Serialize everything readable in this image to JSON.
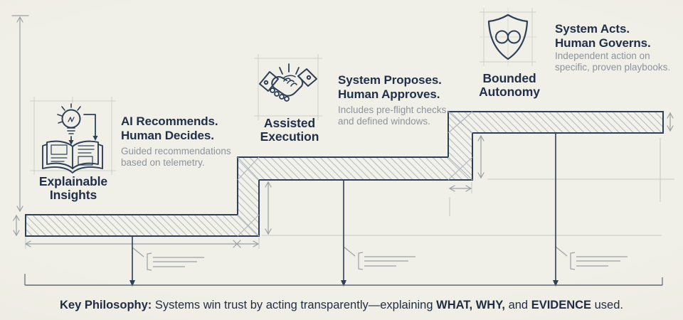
{
  "palette": {
    "background": "#efeee6",
    "ink": "#2e4057",
    "text_dark": "#20304a",
    "muted_text": "#8d939b",
    "dimension_gray": "#99a0a4",
    "hatch": "#b7bdc5",
    "construction_gray": "#c9ccc3",
    "baseline": "#5f6975"
  },
  "steps": [
    {
      "icon": "book-lightbulb-icon",
      "label_line1": "Explainable",
      "label_line2": "Insights",
      "heading_line1": "AI Recommends.",
      "heading_line2": "Human Decides.",
      "description_line1": "Guided recommendations",
      "description_line2": "based on telemetry."
    },
    {
      "icon": "handshake-icon",
      "label_line1": "Assisted",
      "label_line2": "Execution",
      "heading_line1": "System Proposes.",
      "heading_line2": "Human Approves.",
      "description_line1": "Includes pre-flight checks",
      "description_line2": "and defined windows."
    },
    {
      "icon": "shield-infinity-icon",
      "label_line1": "Bounded",
      "label_line2": "Autonomy",
      "heading_line1": "System Acts.",
      "heading_line2": "Human Governs.",
      "description_line1": "Independent action on",
      "description_line2": "specific, proven playbooks."
    }
  ],
  "footer": {
    "prefix": "Key Philosophy:",
    "body": " Systems win trust by acting transparently—explaining ",
    "bold1": "WHAT, WHY,",
    "mid": " and ",
    "bold2": "EVIDENCE",
    "suffix": " used."
  }
}
